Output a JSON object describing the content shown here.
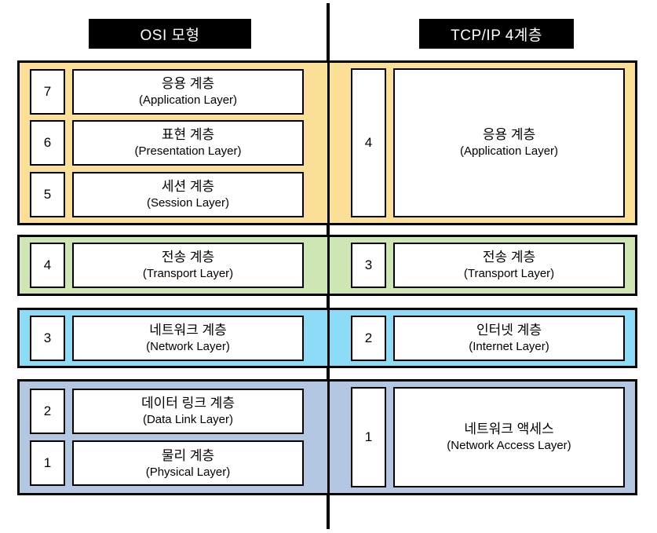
{
  "headers": {
    "left": "OSI 모형",
    "right": "TCP/IP 4계층"
  },
  "osi": {
    "layers": [
      {
        "num": "7",
        "name_kr": "응용 계층",
        "name_en": "(Application Layer)"
      },
      {
        "num": "6",
        "name_kr": "표현 계층",
        "name_en": "(Presentation Layer)"
      },
      {
        "num": "5",
        "name_kr": "세션 계층",
        "name_en": "(Session Layer)"
      },
      {
        "num": "4",
        "name_kr": "전송 계층",
        "name_en": "(Transport Layer)"
      },
      {
        "num": "3",
        "name_kr": "네트워크 계층",
        "name_en": "(Network Layer)"
      },
      {
        "num": "2",
        "name_kr": "데이터 링크 계층",
        "name_en": "(Data Link Layer)"
      },
      {
        "num": "1",
        "name_kr": "물리 계층",
        "name_en": "(Physical Layer)"
      }
    ]
  },
  "tcpip": {
    "layers": [
      {
        "num": "4",
        "name_kr": "응용 계층",
        "name_en": "(Application Layer)"
      },
      {
        "num": "3",
        "name_kr": "전송 계층",
        "name_en": "(Transport Layer)"
      },
      {
        "num": "2",
        "name_kr": "인터넷 계층",
        "name_en": "(Internet Layer)"
      },
      {
        "num": "1",
        "name_kr": "네트워크 액세스",
        "name_en": "(Network Access Layer)"
      }
    ]
  },
  "colors": {
    "application_band": "#FCDF96",
    "transport_band": "#CDE6B3",
    "network_band": "#8CDCF8",
    "link_band": "#B3C7E3",
    "header_bg": "#000000",
    "header_text": "#FFFFFF",
    "border": "#000000"
  }
}
